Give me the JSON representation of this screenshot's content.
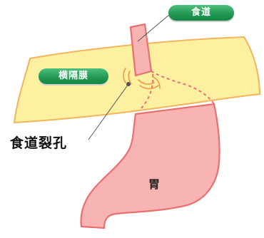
{
  "labels": {
    "esophagus": "食道",
    "diaphragm": "横隔膜",
    "esophageal_hiatus": "食道裂孔",
    "stomach": "胃"
  },
  "colors": {
    "diaphragm_fill": "#fdf0a0",
    "diaphragm_stroke": "#f2b45c",
    "organ_fill": "#f8b3b3",
    "organ_stroke": "#e8706f",
    "label_pill": "#1f9650"
  }
}
